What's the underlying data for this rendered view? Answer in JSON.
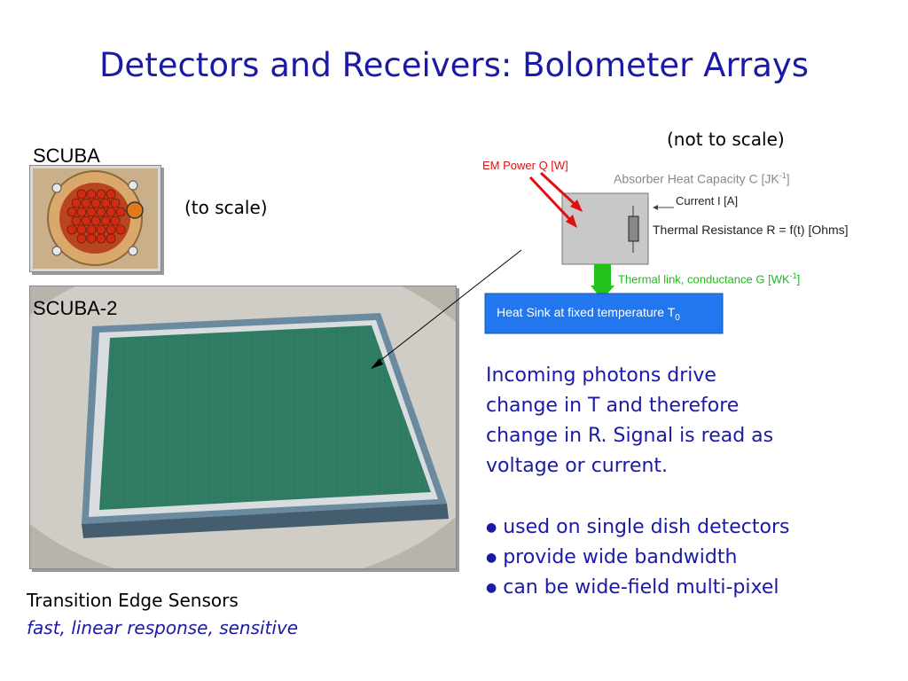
{
  "title": "Detectors and Receivers: Bolometer Arrays",
  "scuba": {
    "label": "SCUBA",
    "scale_note": "(to scale)"
  },
  "scuba2": {
    "label": "SCUBA-2"
  },
  "diagram": {
    "scale_note": "(not to scale)",
    "em_power": "EM Power Q [W]",
    "absorber": "Absorber  Heat Capacity C [JK",
    "absorber_sup": "-1",
    "absorber_end": "]",
    "current": "Current I [A]",
    "resistance": "Thermal Resistance R = f(t) [Ohms]",
    "link": "Thermal link, conductance G [WK",
    "link_sup": "-1",
    "link_end": "]",
    "heat_sink": "Heat Sink at fixed temperature T",
    "heat_sink_sub": "0",
    "colors": {
      "em_red": "#e01010",
      "absorber_gray": "#c8c8c8",
      "link_green": "#22c21a",
      "sink_blue": "#2277ee"
    }
  },
  "body": {
    "paragraph": [
      "Incoming photons drive",
      "change in T and therefore",
      "change in R.  Signal is read as",
      "voltage or current."
    ],
    "bullets": [
      "used on single dish detectors",
      "provide wide bandwidth",
      "can be wide-field multi-pixel"
    ]
  },
  "caption": {
    "line1": "Transition Edge Sensors",
    "line2": "fast, linear response, sensitive"
  },
  "colors": {
    "title_blue": "#1a1aa6"
  }
}
